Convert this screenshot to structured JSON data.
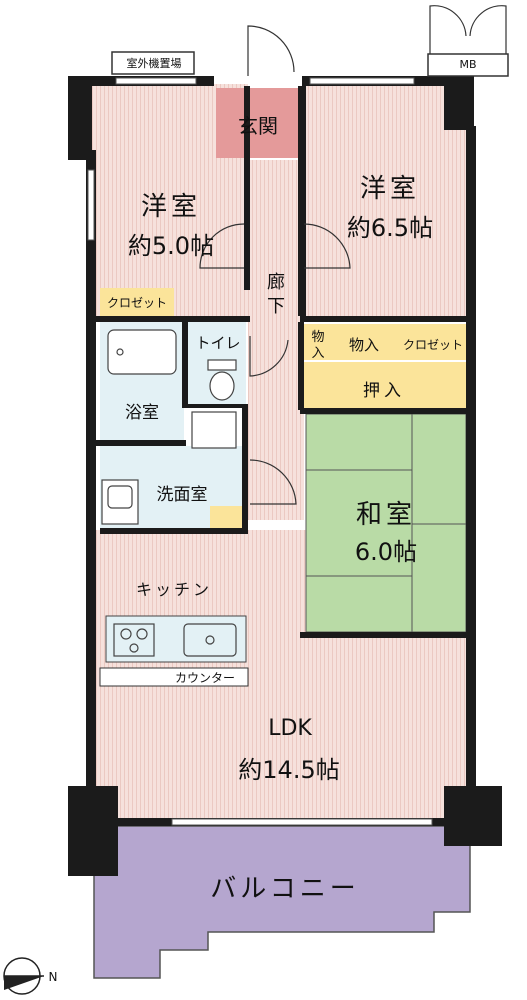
{
  "rooms": {
    "western1": {
      "name": "洋室",
      "size": "約5.0帖"
    },
    "western2": {
      "name": "洋室",
      "size": "約6.5帖"
    },
    "japanese": {
      "name": "和室",
      "size": "6.0帖"
    },
    "ldk": {
      "name": "LDK",
      "size": "約14.5帖"
    },
    "entrance": "玄関",
    "corridor_a": "廊",
    "corridor_b": "下",
    "toilet": "トイレ",
    "bath": "浴室",
    "washroom": "洗面室",
    "kitchen": "キッチン",
    "counter": "カウンター",
    "closet1": "クロゼット",
    "closet2": "クロゼット",
    "storage_small_a": "物",
    "storage_small_b": "入",
    "storage": "物入",
    "oshiire": "押入",
    "balcony": "バルコニー",
    "outdoor_unit": "室外機置場",
    "mb": "MB"
  },
  "compass": {
    "label": "N"
  },
  "colors": {
    "floor_pink": "#f6e1dc",
    "stripe": "#ebc9c2",
    "entrance": "#e49a9a",
    "tatami": "#b9dba6",
    "oshiire": "#fbe49a",
    "wet_area": "#e3f1f5",
    "balcony": "#b5a6cf",
    "wall": "#1b1b1b"
  }
}
